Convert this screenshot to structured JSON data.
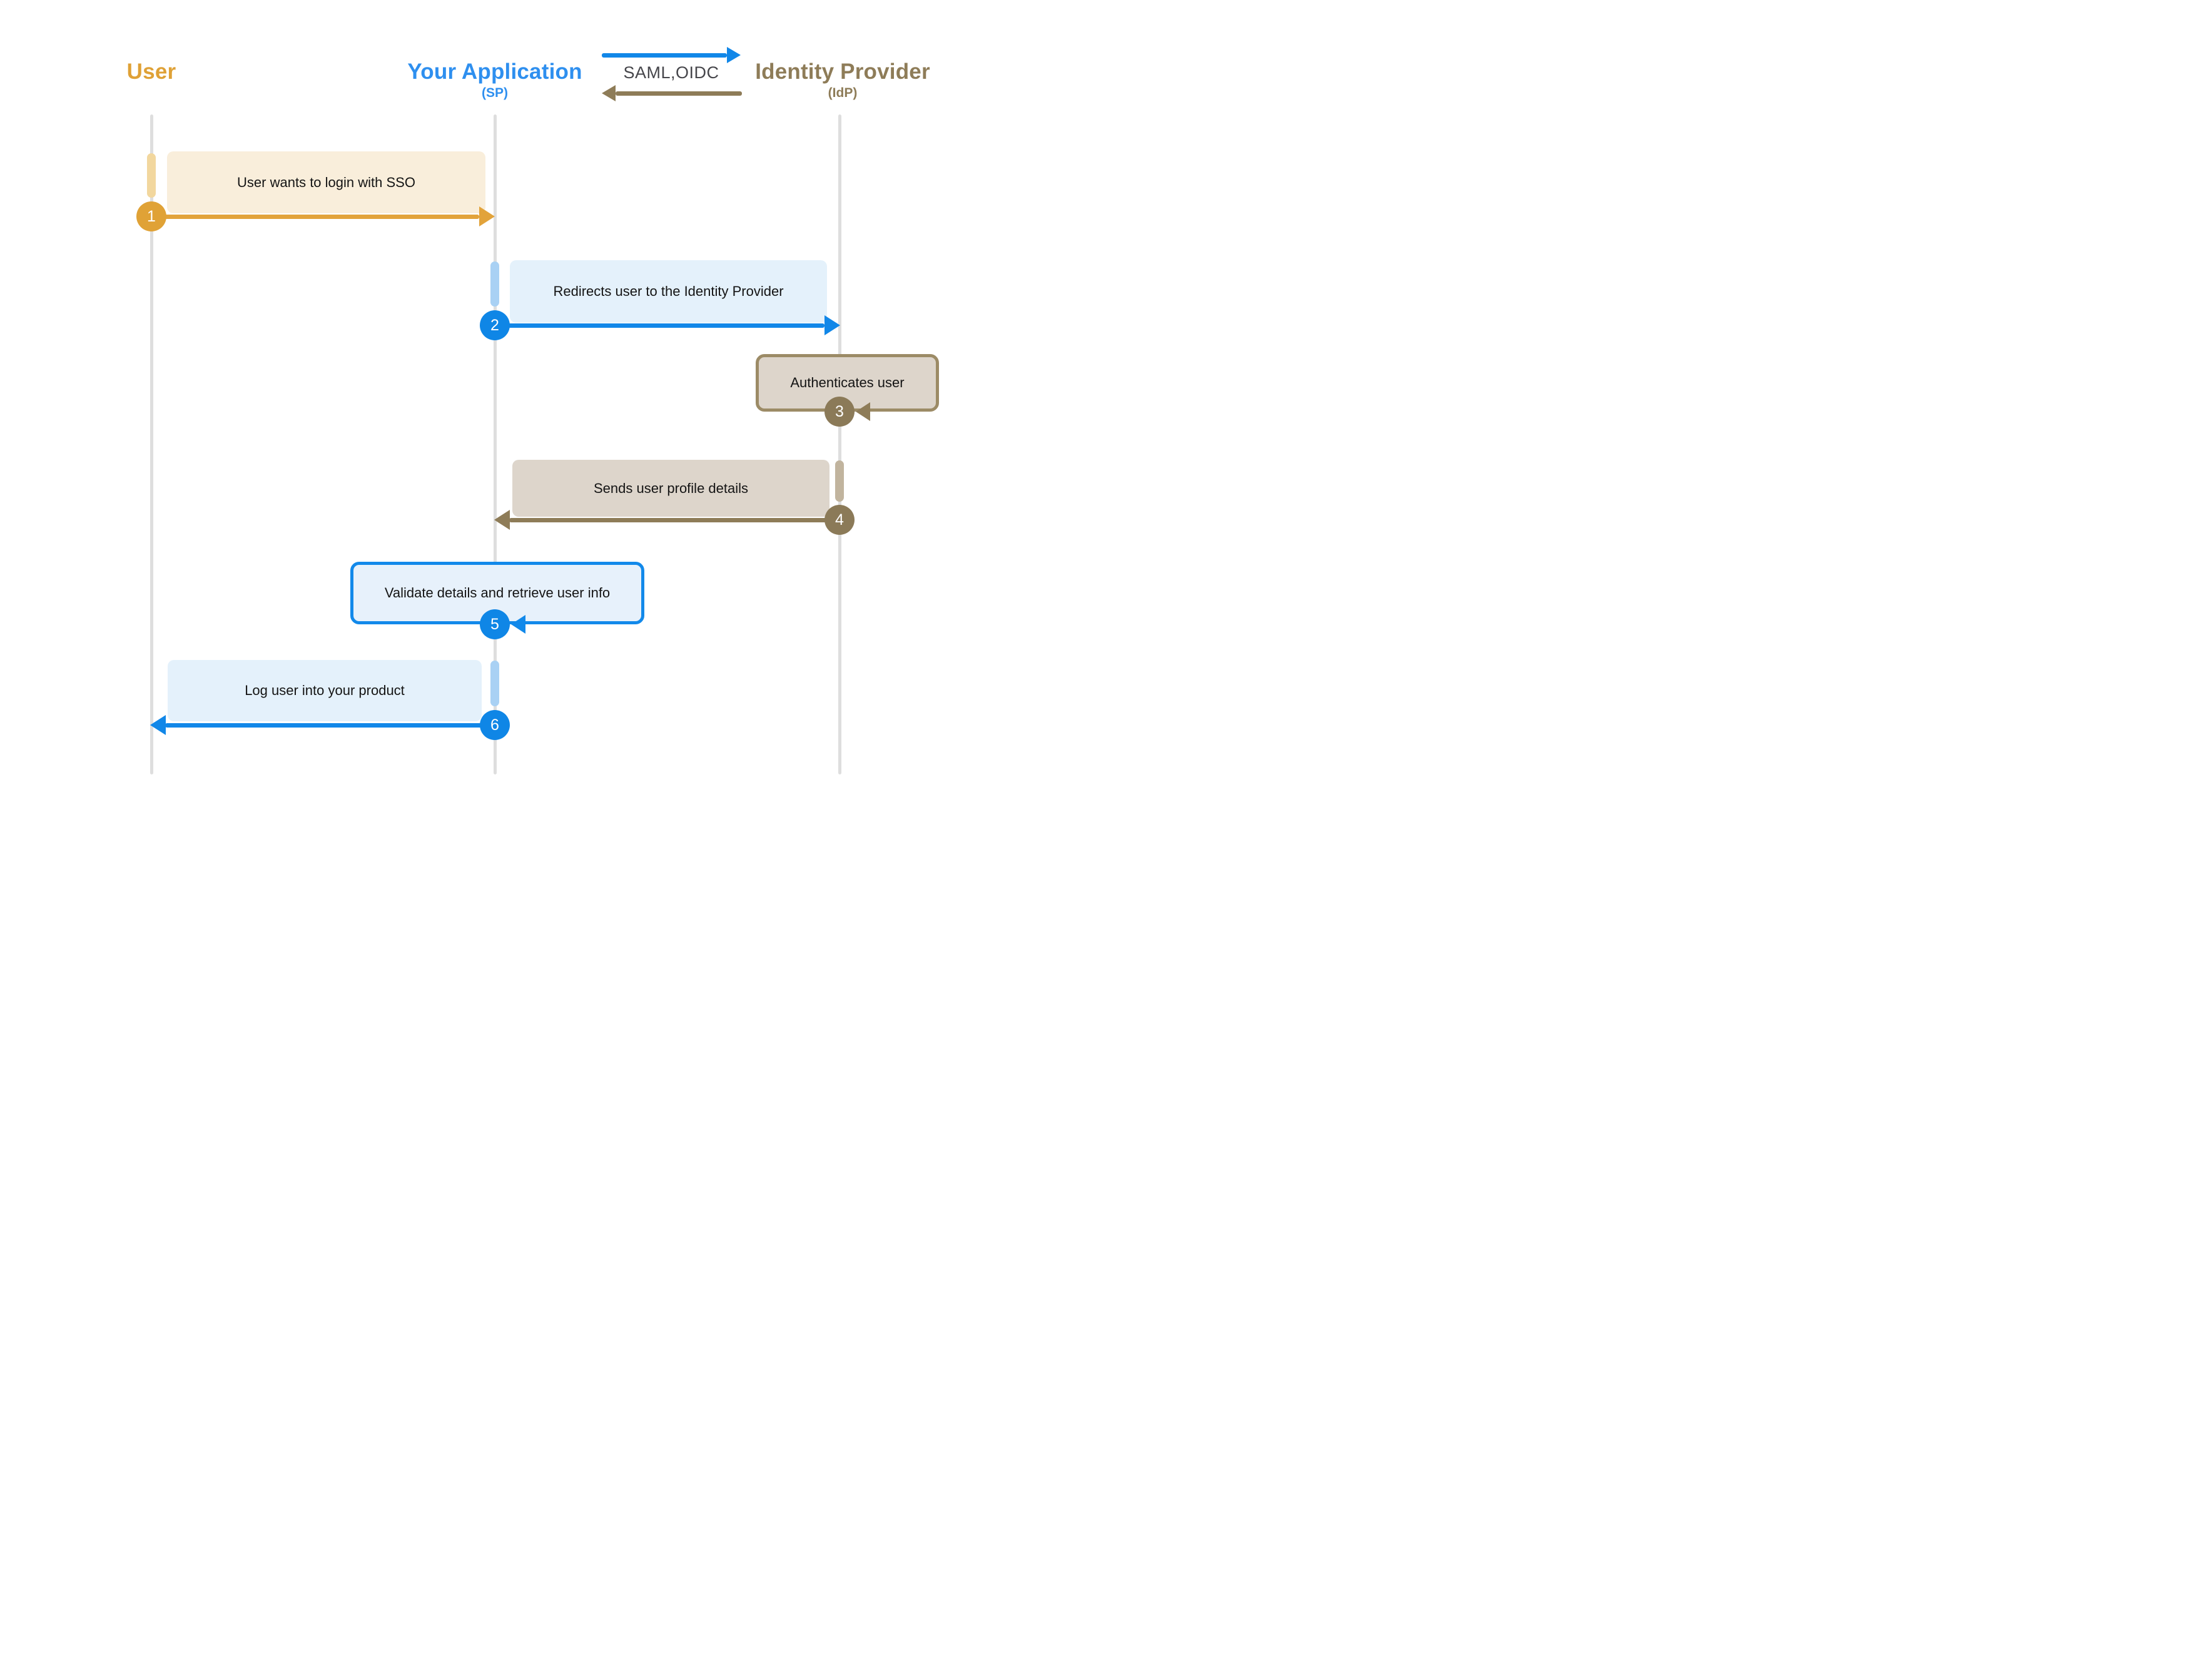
{
  "diagram": {
    "actors": [
      {
        "label": "User",
        "sublabel": "",
        "color": "#dfa136"
      },
      {
        "label": "Your Application",
        "sublabel": "(SP)",
        "color": "#2e8fef"
      },
      {
        "label": "Identity Provider",
        "sublabel": "(IdP)",
        "color": "#8e7c58"
      }
    ],
    "protocol": {
      "label": "SAML,OIDC",
      "to_idp_arrow_color": "#1187e8",
      "to_app_arrow_color": "#8e7c58"
    },
    "steps": [
      {
        "num": "1",
        "label": "User wants to login with SSO",
        "from": "User",
        "to": "Your Application",
        "theme": "gold"
      },
      {
        "num": "2",
        "label": "Redirects user to the Identity Provider",
        "from": "Your Application",
        "to": "Identity Provider",
        "theme": "blue"
      },
      {
        "num": "3",
        "label": "Authenticates user",
        "from": "Identity Provider",
        "to": "Identity Provider",
        "theme": "taupe"
      },
      {
        "num": "4",
        "label": "Sends user profile details",
        "from": "Identity Provider",
        "to": "Your Application",
        "theme": "taupe"
      },
      {
        "num": "5",
        "label": "Validate details and retrieve user info",
        "from": "Identity Provider",
        "to": "Your Application",
        "theme": "blue"
      },
      {
        "num": "6",
        "label": "Log user into your product",
        "from": "Your Application",
        "to": "User",
        "theme": "blue"
      }
    ],
    "colors": {
      "gold": "#e0a236",
      "gold_activation": "#f2d79e",
      "gold_box": "#f9eedb",
      "blue": "#1187e8",
      "blue_activation": "#a9d1f4",
      "blue_box": "#e4f1fb",
      "taupe": "#8b7a58",
      "taupe_activation": "#c1b49e",
      "taupe_box": "#ddd5cb",
      "taupe_box_border": "#9c8b66",
      "lifeline": "#dedede"
    }
  }
}
